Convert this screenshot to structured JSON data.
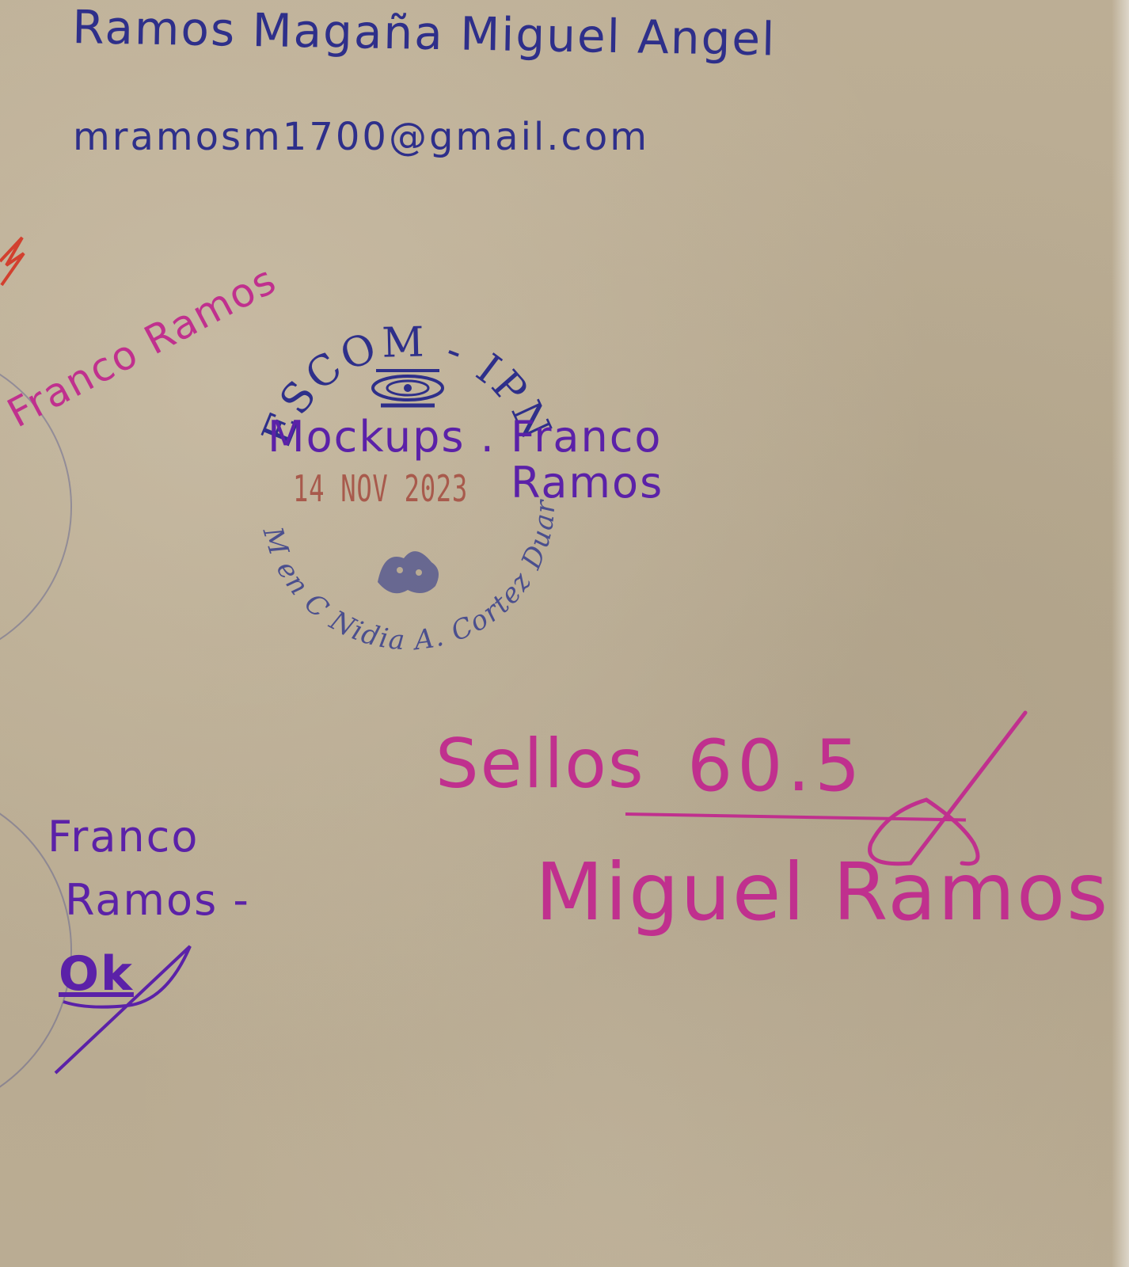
{
  "colors": {
    "paper": "#b9ab93",
    "blue_ink": "#2e2f8a",
    "purple_ink": "#5b21a8",
    "pink_ink": "#c0308e",
    "stamp_ink": "#4b4f8e",
    "date_ink": "#a85a4c"
  },
  "header": {
    "name": "Ramos Magaña Miguel Angel",
    "email": "mramosm1700@gmail.com"
  },
  "stamp": {
    "top_arc": "ESCOM - IPN",
    "bottom_arc": "M en C Nidia A. Cortez Duarte",
    "date": "14 NOV 2023",
    "logo_icon": "escom-logo-icon",
    "seal_icon": "ipn-seal-icon"
  },
  "stamp_signature": {
    "line1": "Mockups . Franco",
    "line2": "Ramos"
  },
  "score": {
    "label": "Sellos",
    "value": "60.5"
  },
  "signer": {
    "name": "Miguel Ramos"
  },
  "side": {
    "sig1": "Franco Ramos",
    "sig2": "Franco",
    "sig3": "Ramos -",
    "grade": "Ok"
  }
}
